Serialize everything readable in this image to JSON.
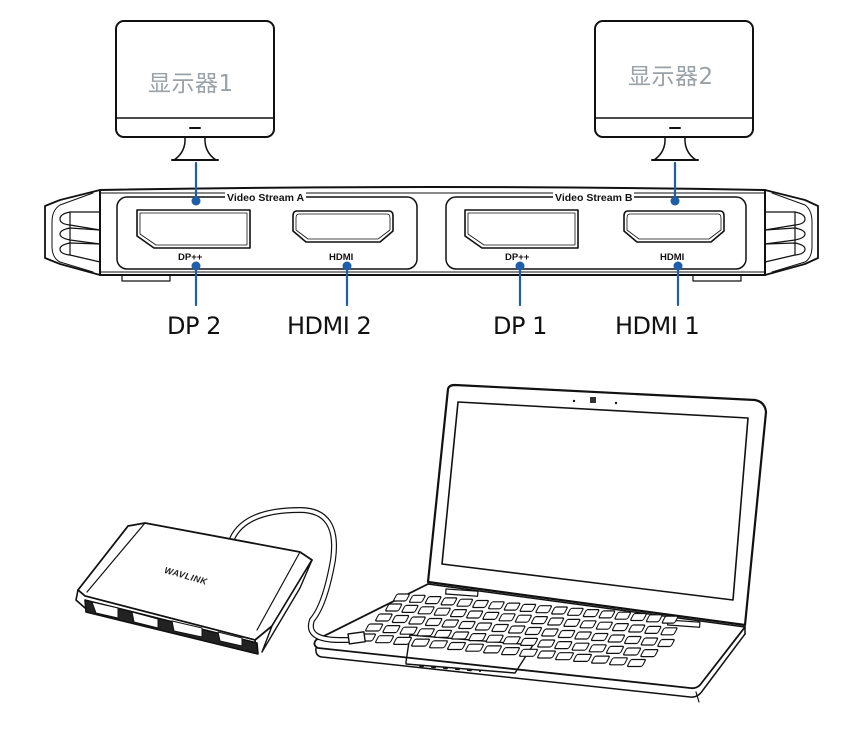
{
  "monitors": [
    {
      "label": "显示器1"
    },
    {
      "label": "显示器2"
    }
  ],
  "dock": {
    "streams": [
      {
        "label": "Video Stream A",
        "ports": [
          {
            "tag": "DP++"
          },
          {
            "tag": "HDMI"
          }
        ]
      },
      {
        "label": "Video Stream B",
        "ports": [
          {
            "tag": "DP++"
          },
          {
            "tag": "HDMI"
          }
        ]
      }
    ],
    "port_callouts": [
      "DP 2",
      "HDMI 2",
      "DP 1",
      "HDMI 1"
    ]
  },
  "dock_3d": {
    "brand": "WAVLINK"
  },
  "colors": {
    "connector": "#1f5ea8",
    "line": "#111111",
    "monitor_text": "#9aa1a7"
  }
}
